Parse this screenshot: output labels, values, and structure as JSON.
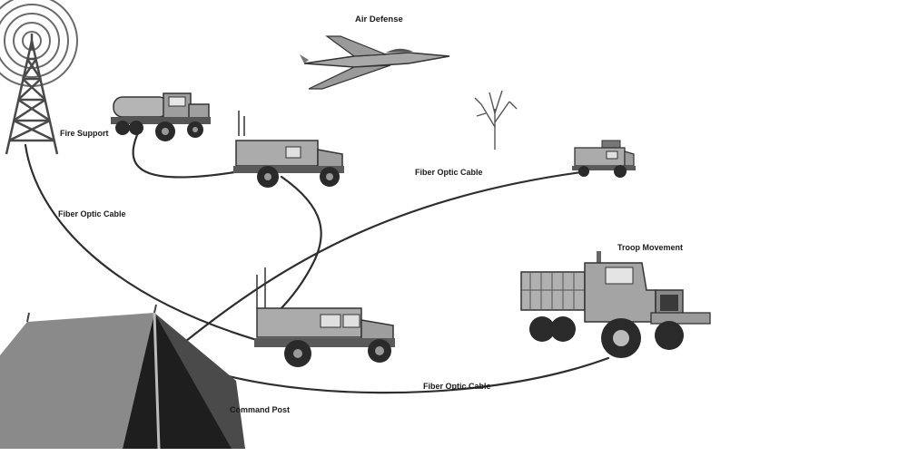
{
  "labels": {
    "air_defense": "Air Defense",
    "fire_support": "Fire Support",
    "fiber_optic_left": "Fiber Optic Cable",
    "fiber_optic_top": "Fiber Optic Cable",
    "fiber_optic_bottom": "Fiber Optic Cable",
    "troop_movement": "Troop Movement",
    "command_post": "Command Post"
  },
  "icons": {
    "tower": "radio-tower-icon",
    "fuel_truck": "fuel-truck-icon",
    "jet": "fighter-jet-icon",
    "tree": "tree-icon",
    "humvee": "humvee-icon",
    "cargo_truck": "cargo-truck-icon",
    "tent": "tent-icon"
  },
  "colors": {
    "cable": "#2e2e2e",
    "vehicle_body": "#a9a9a9",
    "vehicle_dark": "#3a3a3a",
    "tent_light": "#8c8c8c",
    "tent_dark": "#1f1f1f"
  }
}
